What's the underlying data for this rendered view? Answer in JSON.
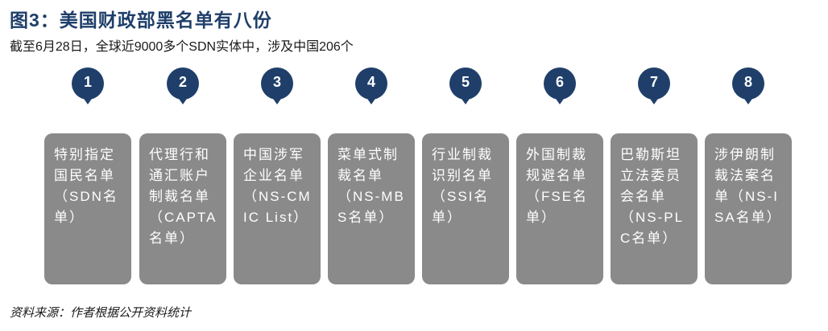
{
  "figure": {
    "title": "图3：美国财政部黑名单有八份",
    "subtitle": "截至6月28日，全球近9000多个SDN实体中，涉及中国206个",
    "source": "资料来源：作者根据公开资料统计"
  },
  "colors": {
    "title": "#1f3f6a",
    "pin": "#1f3f6a",
    "card": "#8a8a8a"
  },
  "items": [
    {
      "num": "1",
      "text": "特别指定国民名单（SDN名单）"
    },
    {
      "num": "2",
      "text": "代理行和通汇账户制裁名单（CAPTA名单）"
    },
    {
      "num": "3",
      "text": "中国涉军企业名单（NS-CMIC List）"
    },
    {
      "num": "4",
      "text": "菜单式制裁名单（NS-MBS名单）"
    },
    {
      "num": "5",
      "text": "行业制裁识别名单（SSI名单）"
    },
    {
      "num": "6",
      "text": "外国制裁规避名单（FSE名单）"
    },
    {
      "num": "7",
      "text": "巴勒斯坦立法委员会名单（NS-PLC名单）"
    },
    {
      "num": "8",
      "text": "涉伊朗制裁法案名单（NS-ISA名单）"
    }
  ]
}
